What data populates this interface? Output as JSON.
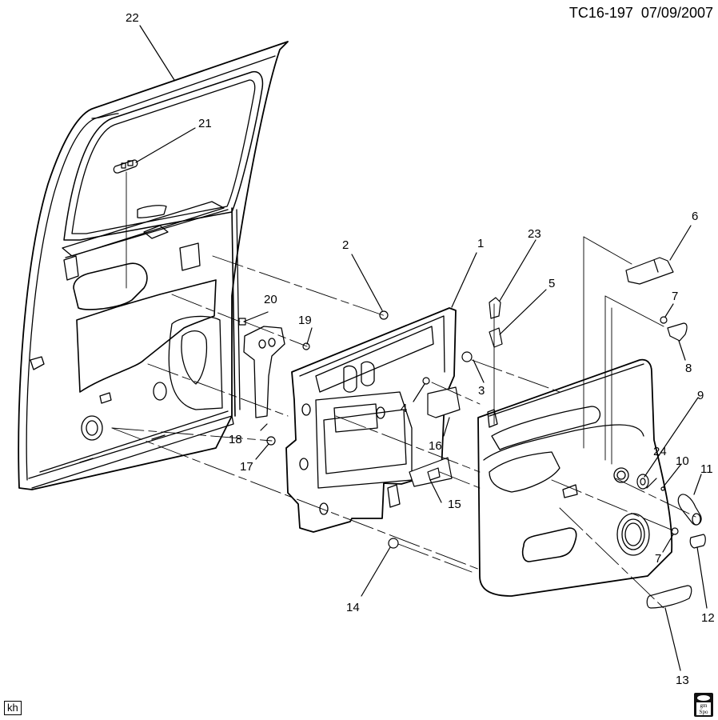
{
  "header": {
    "illustration_code": "TC16-197",
    "date": "07/09/2007"
  },
  "footer": {
    "author_badge": "kh",
    "logo_badge": {
      "icon": "gm-spo-logo-icon",
      "line1": "gm",
      "line2": "Spo"
    }
  },
  "diagram": {
    "subject": "Rear side door trim panel exploded view",
    "callouts": [
      {
        "id": "c1",
        "label": "1",
        "part": "trim-panel-carrier"
      },
      {
        "id": "c2",
        "label": "2",
        "part": "retainer-upper"
      },
      {
        "id": "c3",
        "label": "3",
        "part": "retainer"
      },
      {
        "id": "c4",
        "label": "4",
        "part": "screw"
      },
      {
        "id": "c5",
        "label": "5",
        "part": "clip"
      },
      {
        "id": "c6",
        "label": "6",
        "part": "pull-handle-cover"
      },
      {
        "id": "c7a",
        "label": "7",
        "part": "screw-upper"
      },
      {
        "id": "c7b",
        "label": "7",
        "part": "screw-lower"
      },
      {
        "id": "c8",
        "label": "8",
        "part": "cover-upper"
      },
      {
        "id": "c9",
        "label": "9",
        "part": "door-trim-panel"
      },
      {
        "id": "c10",
        "label": "10",
        "part": "clip-small"
      },
      {
        "id": "c11",
        "label": "11",
        "part": "window-crank-handle"
      },
      {
        "id": "c12",
        "label": "12",
        "part": "cover-lower"
      },
      {
        "id": "c13",
        "label": "13",
        "part": "pull-handle"
      },
      {
        "id": "c14",
        "label": "14",
        "part": "retainer-lower"
      },
      {
        "id": "c15",
        "label": "15",
        "part": "lock-switch"
      },
      {
        "id": "c16",
        "label": "16",
        "part": "bracket"
      },
      {
        "id": "c17",
        "label": "17",
        "part": "push-pin"
      },
      {
        "id": "c18",
        "label": "18",
        "part": "reinforcement"
      },
      {
        "id": "c19",
        "label": "19",
        "part": "bolt"
      },
      {
        "id": "c20",
        "label": "20",
        "part": "clip-nut"
      },
      {
        "id": "c21",
        "label": "21",
        "part": "window-switch"
      },
      {
        "id": "c22",
        "label": "22",
        "part": "door-assembly"
      },
      {
        "id": "c23",
        "label": "23",
        "part": "latch-rod-clip"
      },
      {
        "id": "c24",
        "label": "24",
        "part": "washer"
      }
    ]
  }
}
